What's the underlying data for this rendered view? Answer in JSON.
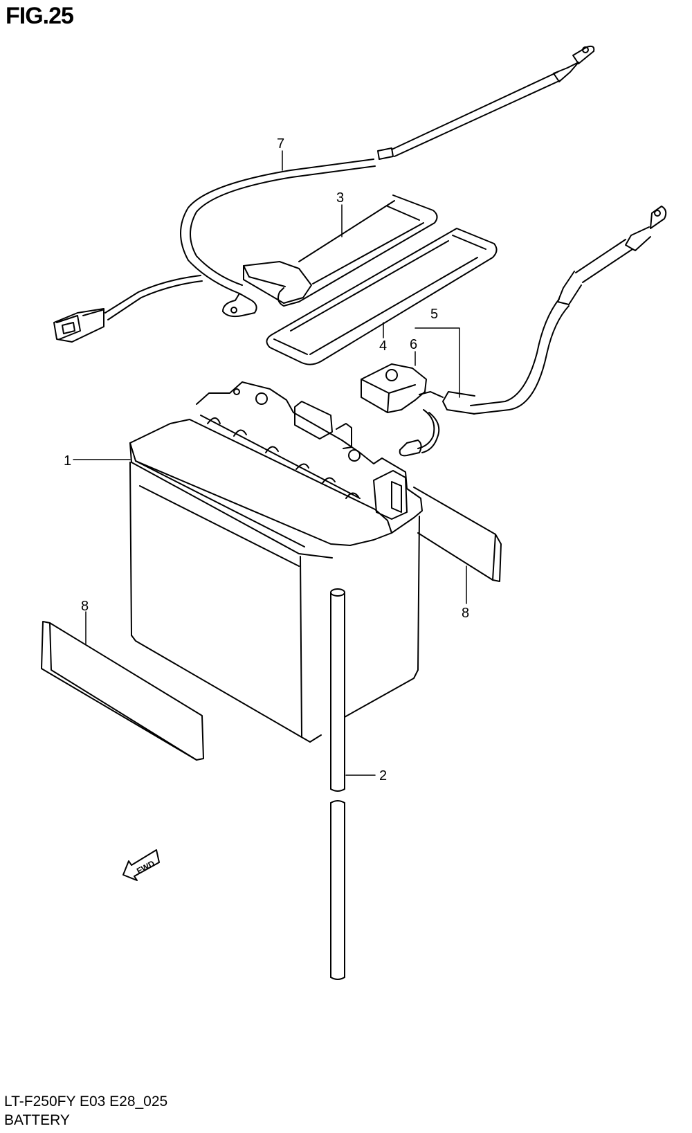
{
  "figure": {
    "title": "FIG.25",
    "model_code": "LT-F250FY E03 E28_025",
    "section_name": "BATTERY"
  },
  "callouts": [
    "7",
    "3",
    "5",
    "6",
    "4",
    "1",
    "8",
    "8",
    "2"
  ],
  "fwd_label": "FWD",
  "parts": [
    {
      "ref": "1",
      "name": "battery"
    },
    {
      "ref": "2",
      "name": "breather-hose"
    },
    {
      "ref": "3",
      "name": "battery-strap-upper"
    },
    {
      "ref": "4",
      "name": "battery-strap-lower"
    },
    {
      "ref": "5",
      "name": "starter-cable-assembly"
    },
    {
      "ref": "6",
      "name": "terminal-cover"
    },
    {
      "ref": "7",
      "name": "ground-cable"
    },
    {
      "ref": "8",
      "name": "battery-cushion"
    }
  ]
}
